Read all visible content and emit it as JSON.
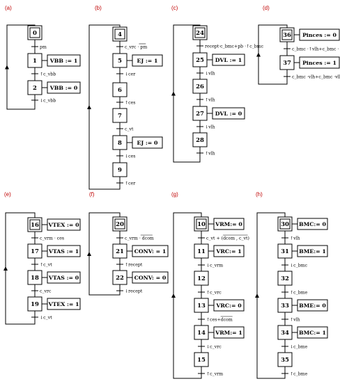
{
  "panels": [
    {
      "label": "(a)",
      "steps": [
        {
          "num": "0",
          "initial": true
        },
        {
          "num": "1",
          "action": "VBB := 1"
        },
        {
          "num": "2",
          "action": "VBB := 0"
        }
      ],
      "transitions": [
        {
          "text": "pm"
        },
        {
          "text": "↑c_vbb"
        },
        {
          "text": "↓c_vbb"
        }
      ]
    },
    {
      "label": "(b)",
      "steps": [
        {
          "num": "4",
          "initial": true
        },
        {
          "num": "5",
          "action": "EJ := 1"
        },
        {
          "num": "6"
        },
        {
          "num": "7"
        },
        {
          "num": "8",
          "action": "EJ := 0"
        },
        {
          "num": "9"
        }
      ],
      "transitions": [
        {
          "text": "c_vrc · pm",
          "overline": "pm"
        },
        {
          "text": "↓cer"
        },
        {
          "text": "↑ces"
        },
        {
          "text": "c_vt"
        },
        {
          "text": "↓ces"
        },
        {
          "text": "↑cer"
        }
      ]
    },
    {
      "label": "(c)",
      "steps": [
        {
          "num": "24",
          "initial": true
        },
        {
          "num": "25",
          "action": "DVL := 1"
        },
        {
          "num": "26"
        },
        {
          "num": "27",
          "action": "DVL := 0"
        },
        {
          "num": "28"
        }
      ],
      "transitions": [
        {
          "text": "recept·c_bmc+pb ·↑c_bmc"
        },
        {
          "text": "↓vlh"
        },
        {
          "text": "↑vlh"
        },
        {
          "text": "↓vlh"
        },
        {
          "text": "↑vlh"
        }
      ]
    },
    {
      "label": "(d)",
      "steps": [
        {
          "num": "36",
          "initial": true,
          "action": "Pinces := 0"
        },
        {
          "num": "37",
          "action": "Pinces := 1"
        }
      ],
      "transitions": [
        {
          "text": "c_bmc ·↑vlh+c_bmc ·↓vlh"
        },
        {
          "text": "c_bmc ·vlh+c_bmc ·vlh"
        }
      ]
    },
    {
      "label": "(e)",
      "steps": [
        {
          "num": "16",
          "initial": true,
          "action": "VTEX := 0"
        },
        {
          "num": "17",
          "action": "VTAS := 1"
        },
        {
          "num": "18",
          "action": "VTAS := 0"
        },
        {
          "num": "19",
          "action": "VTEX := 1"
        }
      ],
      "transitions": [
        {
          "text": "c_vrm · ces"
        },
        {
          "text": "↑c_vt"
        },
        {
          "text": "c_vrc"
        },
        {
          "text": "↓c_vt"
        }
      ]
    },
    {
      "label": "(f)",
      "steps": [
        {
          "num": "20",
          "initial": true
        },
        {
          "num": "21",
          "action": "CONV: = 1"
        },
        {
          "num": "22",
          "action": "CONV: = 0"
        }
      ],
      "transitions": [
        {
          "text": "c_vrm · dcom",
          "overline": "dcom"
        },
        {
          "text": "↑recept"
        },
        {
          "text": "↓recept"
        }
      ]
    },
    {
      "label": "(g)",
      "steps": [
        {
          "num": "10",
          "initial": true,
          "action": "VRM:= 0"
        },
        {
          "num": "11",
          "action": "VRC:= 1"
        },
        {
          "num": "12"
        },
        {
          "num": "13",
          "action": "VRC:= 0"
        },
        {
          "num": "14",
          "action": "VRM:= 1"
        },
        {
          "num": "15"
        }
      ],
      "transitions": [
        {
          "text": "c_vt + (dcom , c_vt)",
          "overline": "dcom , c_vt"
        },
        {
          "text": "↓c_vrm"
        },
        {
          "text": "↑c_vrc"
        },
        {
          "text": "↑ces+dcom",
          "overline": "dcom"
        },
        {
          "text": "↓c_vrc"
        },
        {
          "text": "↑c_vrm"
        }
      ]
    },
    {
      "label": "(h)",
      "steps": [
        {
          "num": "30",
          "initial": true,
          "action": "BMC:= 0"
        },
        {
          "num": "31",
          "action": "BME:= 1"
        },
        {
          "num": "32"
        },
        {
          "num": "33",
          "action": "BME:= 0"
        },
        {
          "num": "34",
          "action": "BMC:= 1"
        },
        {
          "num": "35"
        }
      ],
      "transitions": [
        {
          "text": "↑vlh"
        },
        {
          "text": "↓c_bmc"
        },
        {
          "text": "↑c_bme"
        },
        {
          "text": "↑vlh"
        },
        {
          "text": "↓c_bme"
        },
        {
          "text": "↑c_bme"
        }
      ]
    }
  ]
}
